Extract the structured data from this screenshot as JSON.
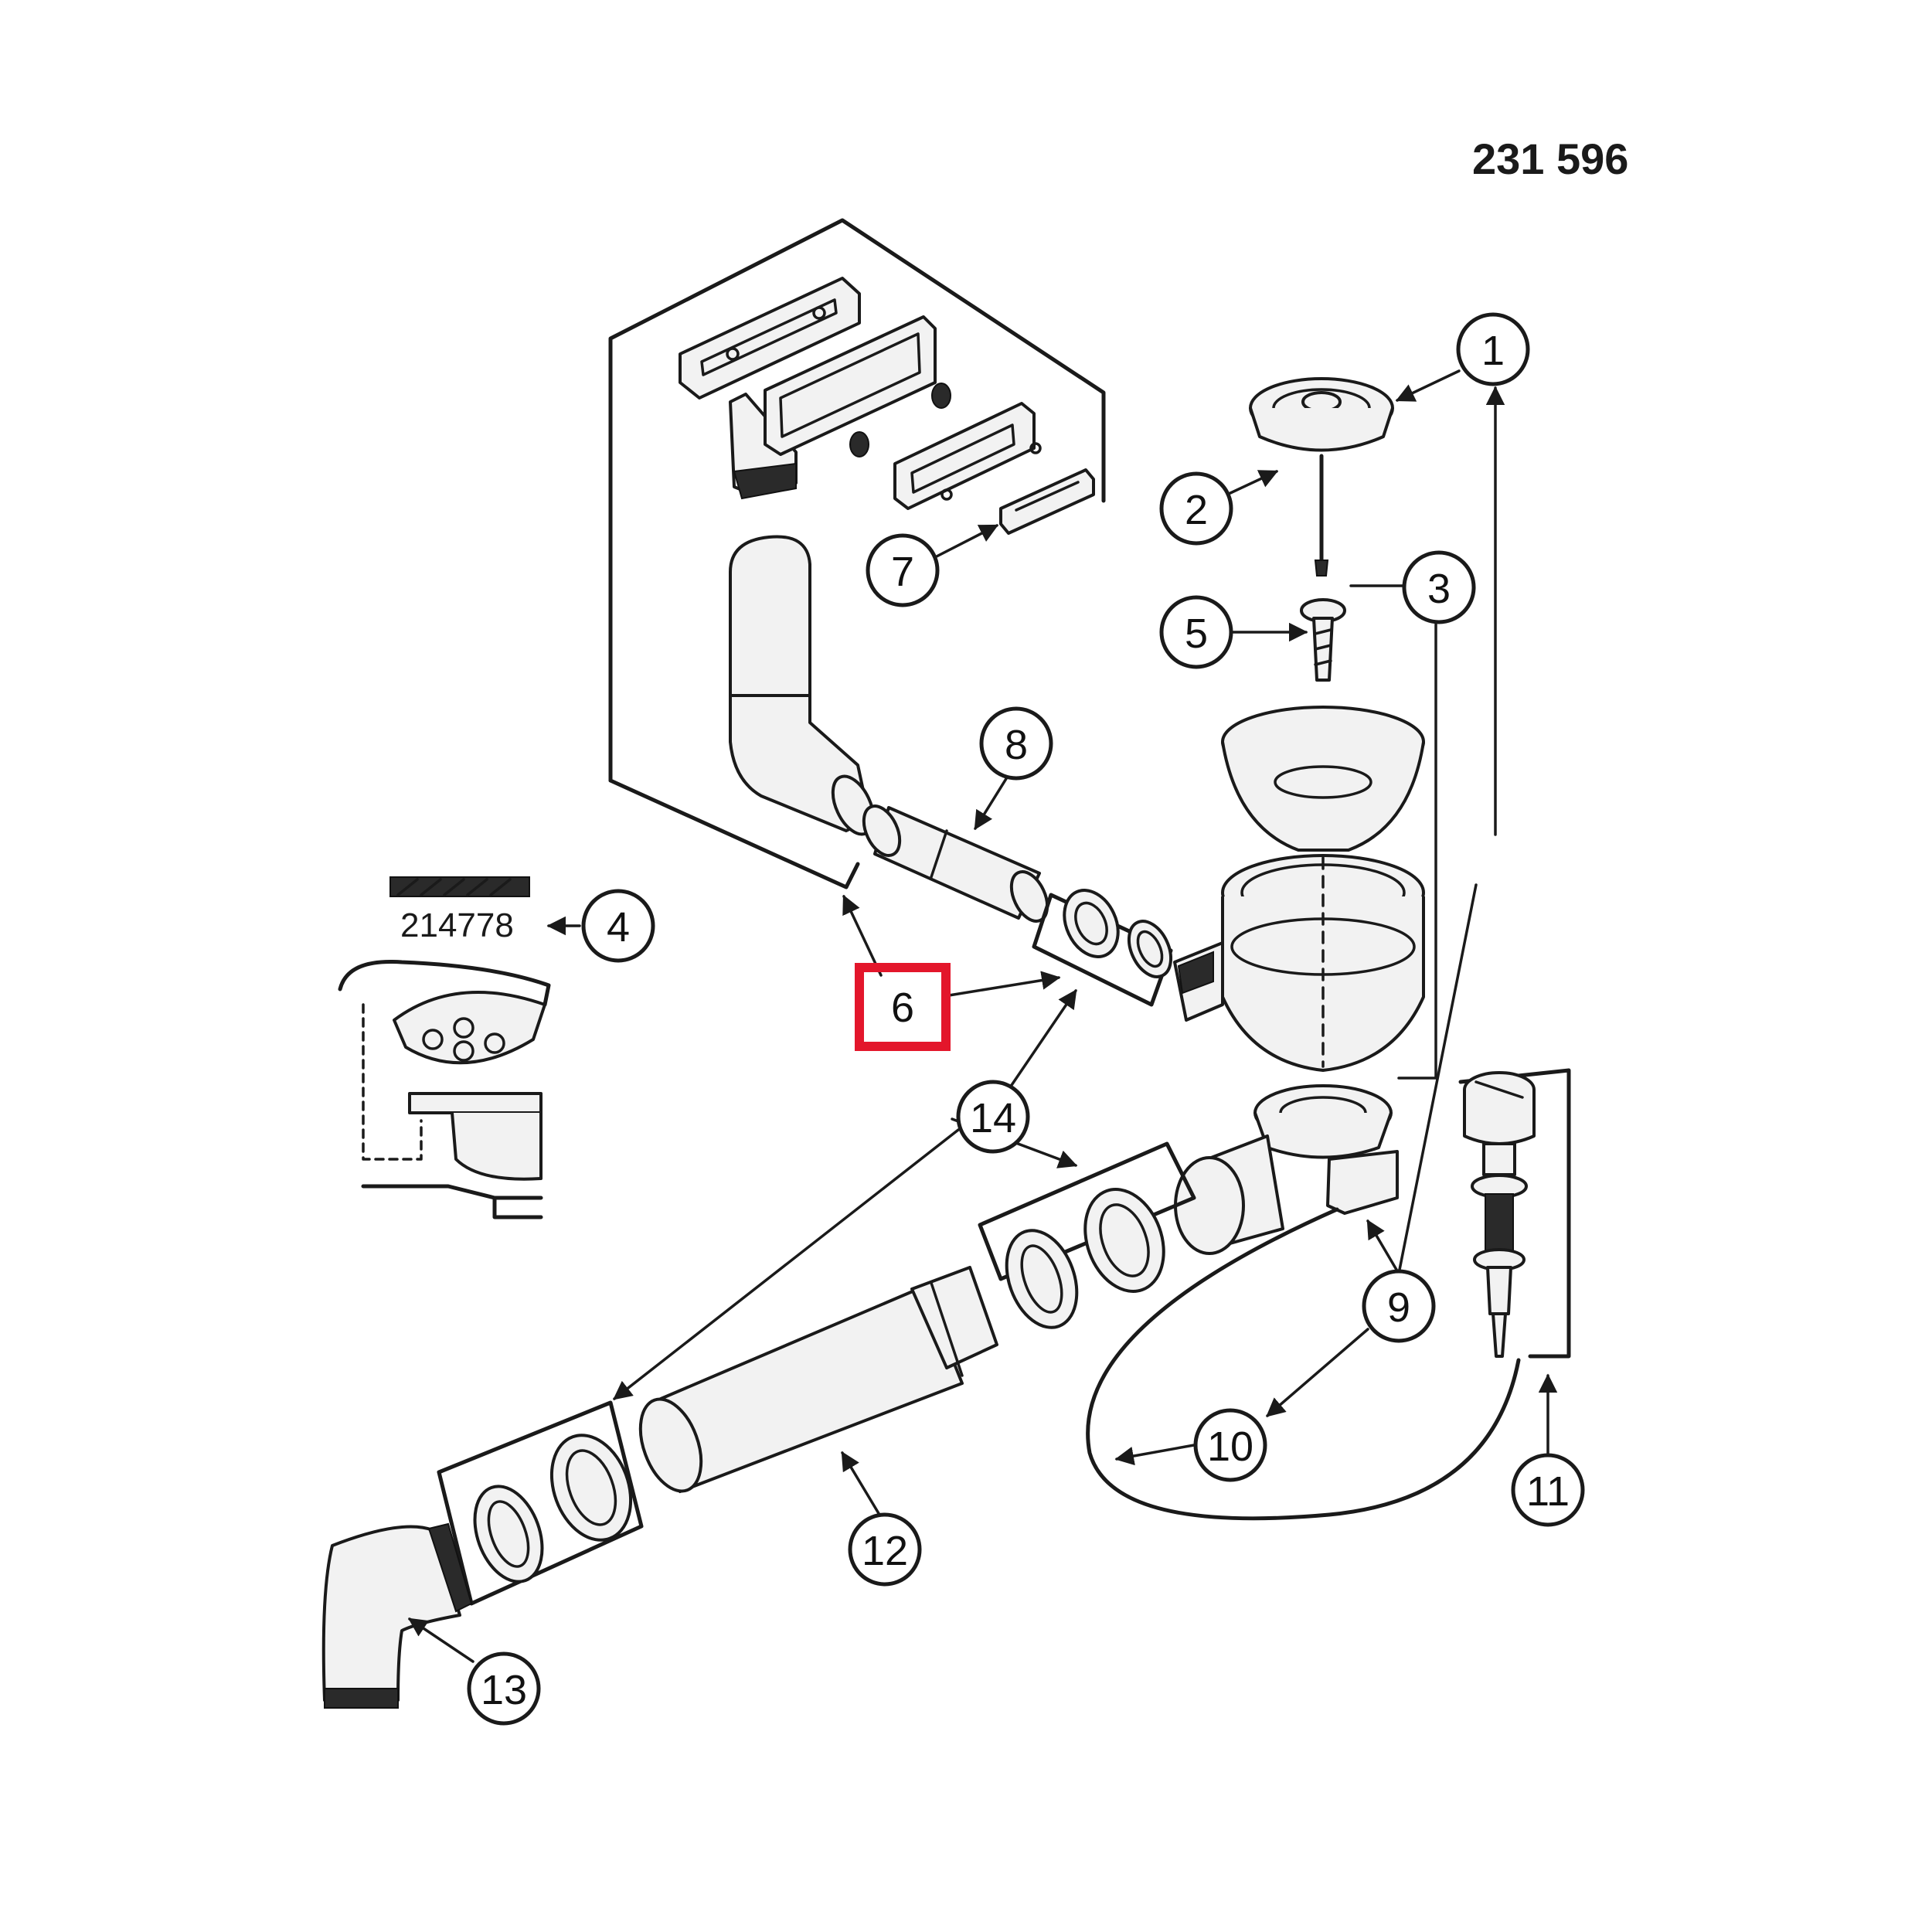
{
  "drawing_number": "231 596",
  "reference_code": "214778",
  "highlight_color": "#e3162b",
  "callouts": [
    {
      "label": "1"
    },
    {
      "label": "2"
    },
    {
      "label": "3"
    },
    {
      "label": "4"
    },
    {
      "label": "5"
    },
    {
      "label": "6"
    },
    {
      "label": "7"
    },
    {
      "label": "8"
    },
    {
      "label": "9"
    },
    {
      "label": "10"
    },
    {
      "label": "11"
    },
    {
      "label": "12"
    },
    {
      "label": "13"
    },
    {
      "label": "14"
    }
  ],
  "highlighted_callout": "6"
}
